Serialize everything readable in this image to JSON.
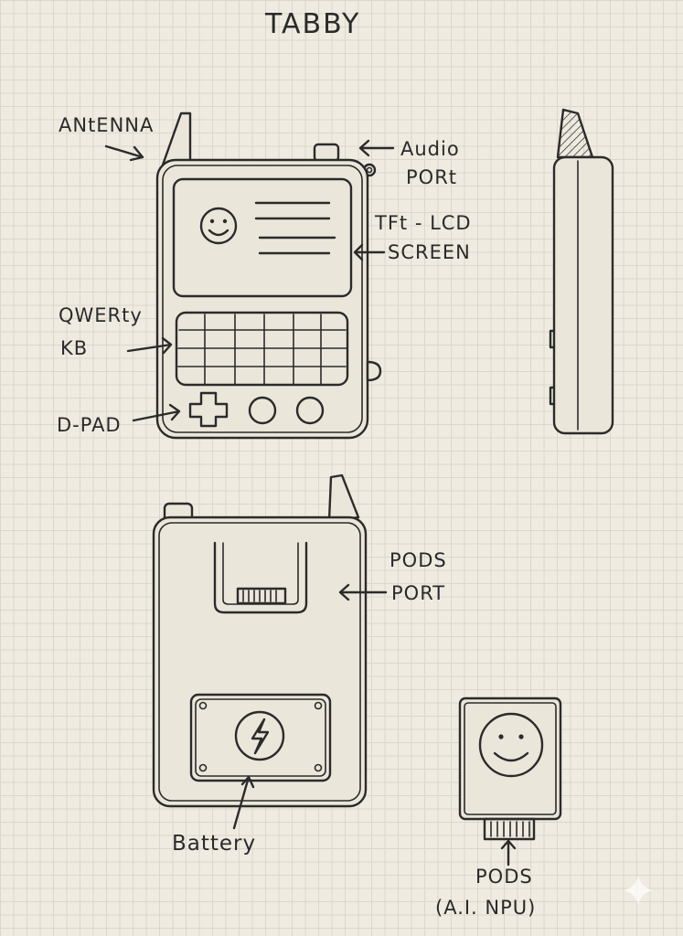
{
  "title": "TABBY",
  "labels": {
    "antenna": "ANtENNA",
    "audio_port_1": "Audio",
    "audio_port_2": "PORt",
    "screen_1": "TFt - LCD",
    "screen_2": "SCREEN",
    "keyboard_1": "QWERty",
    "keyboard_2": "KB",
    "dpad": "D-PAD",
    "pods_port_1": "PODS",
    "pods_port_2": "PORT",
    "battery": "Battery",
    "pods_1": "PODS",
    "pods_2": "(A.I. NPU)"
  },
  "icons": [
    "smiley-icon",
    "lightning-icon",
    "dpad-icon",
    "sparkle-icon"
  ]
}
